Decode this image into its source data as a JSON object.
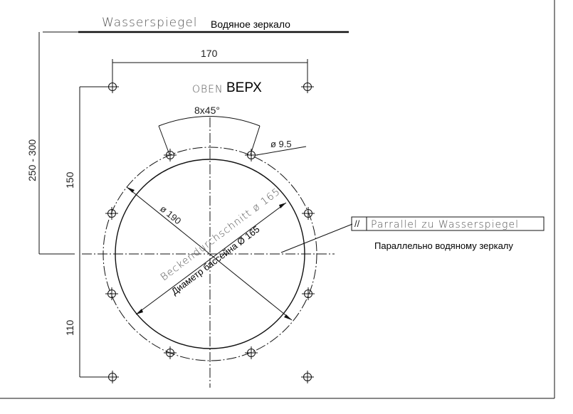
{
  "labels": {
    "wasserspiegel": "Wasserspiegel",
    "water_mirror_ru": "Водяное зеркало",
    "dim_170": "170",
    "oben": "OBEN",
    "verkh_ru": "ВЕРХ",
    "dim_8x45": "8x45°",
    "dim_d95": "ø 9.5",
    "dim_250_300": "250 - 300",
    "dim_150": "150",
    "dim_d190": "ø 190",
    "beckendurchschnitt": "Beckendurchschnitt ø 165",
    "pool_diameter_ru": "Диаметр бассейна Ø 165",
    "parallel_de": "Parrallel zu Wasserspiegel",
    "parallel_ru": "Параллельно водяному зеркалу",
    "dim_110": "110",
    "parallel_symbol": "//"
  }
}
